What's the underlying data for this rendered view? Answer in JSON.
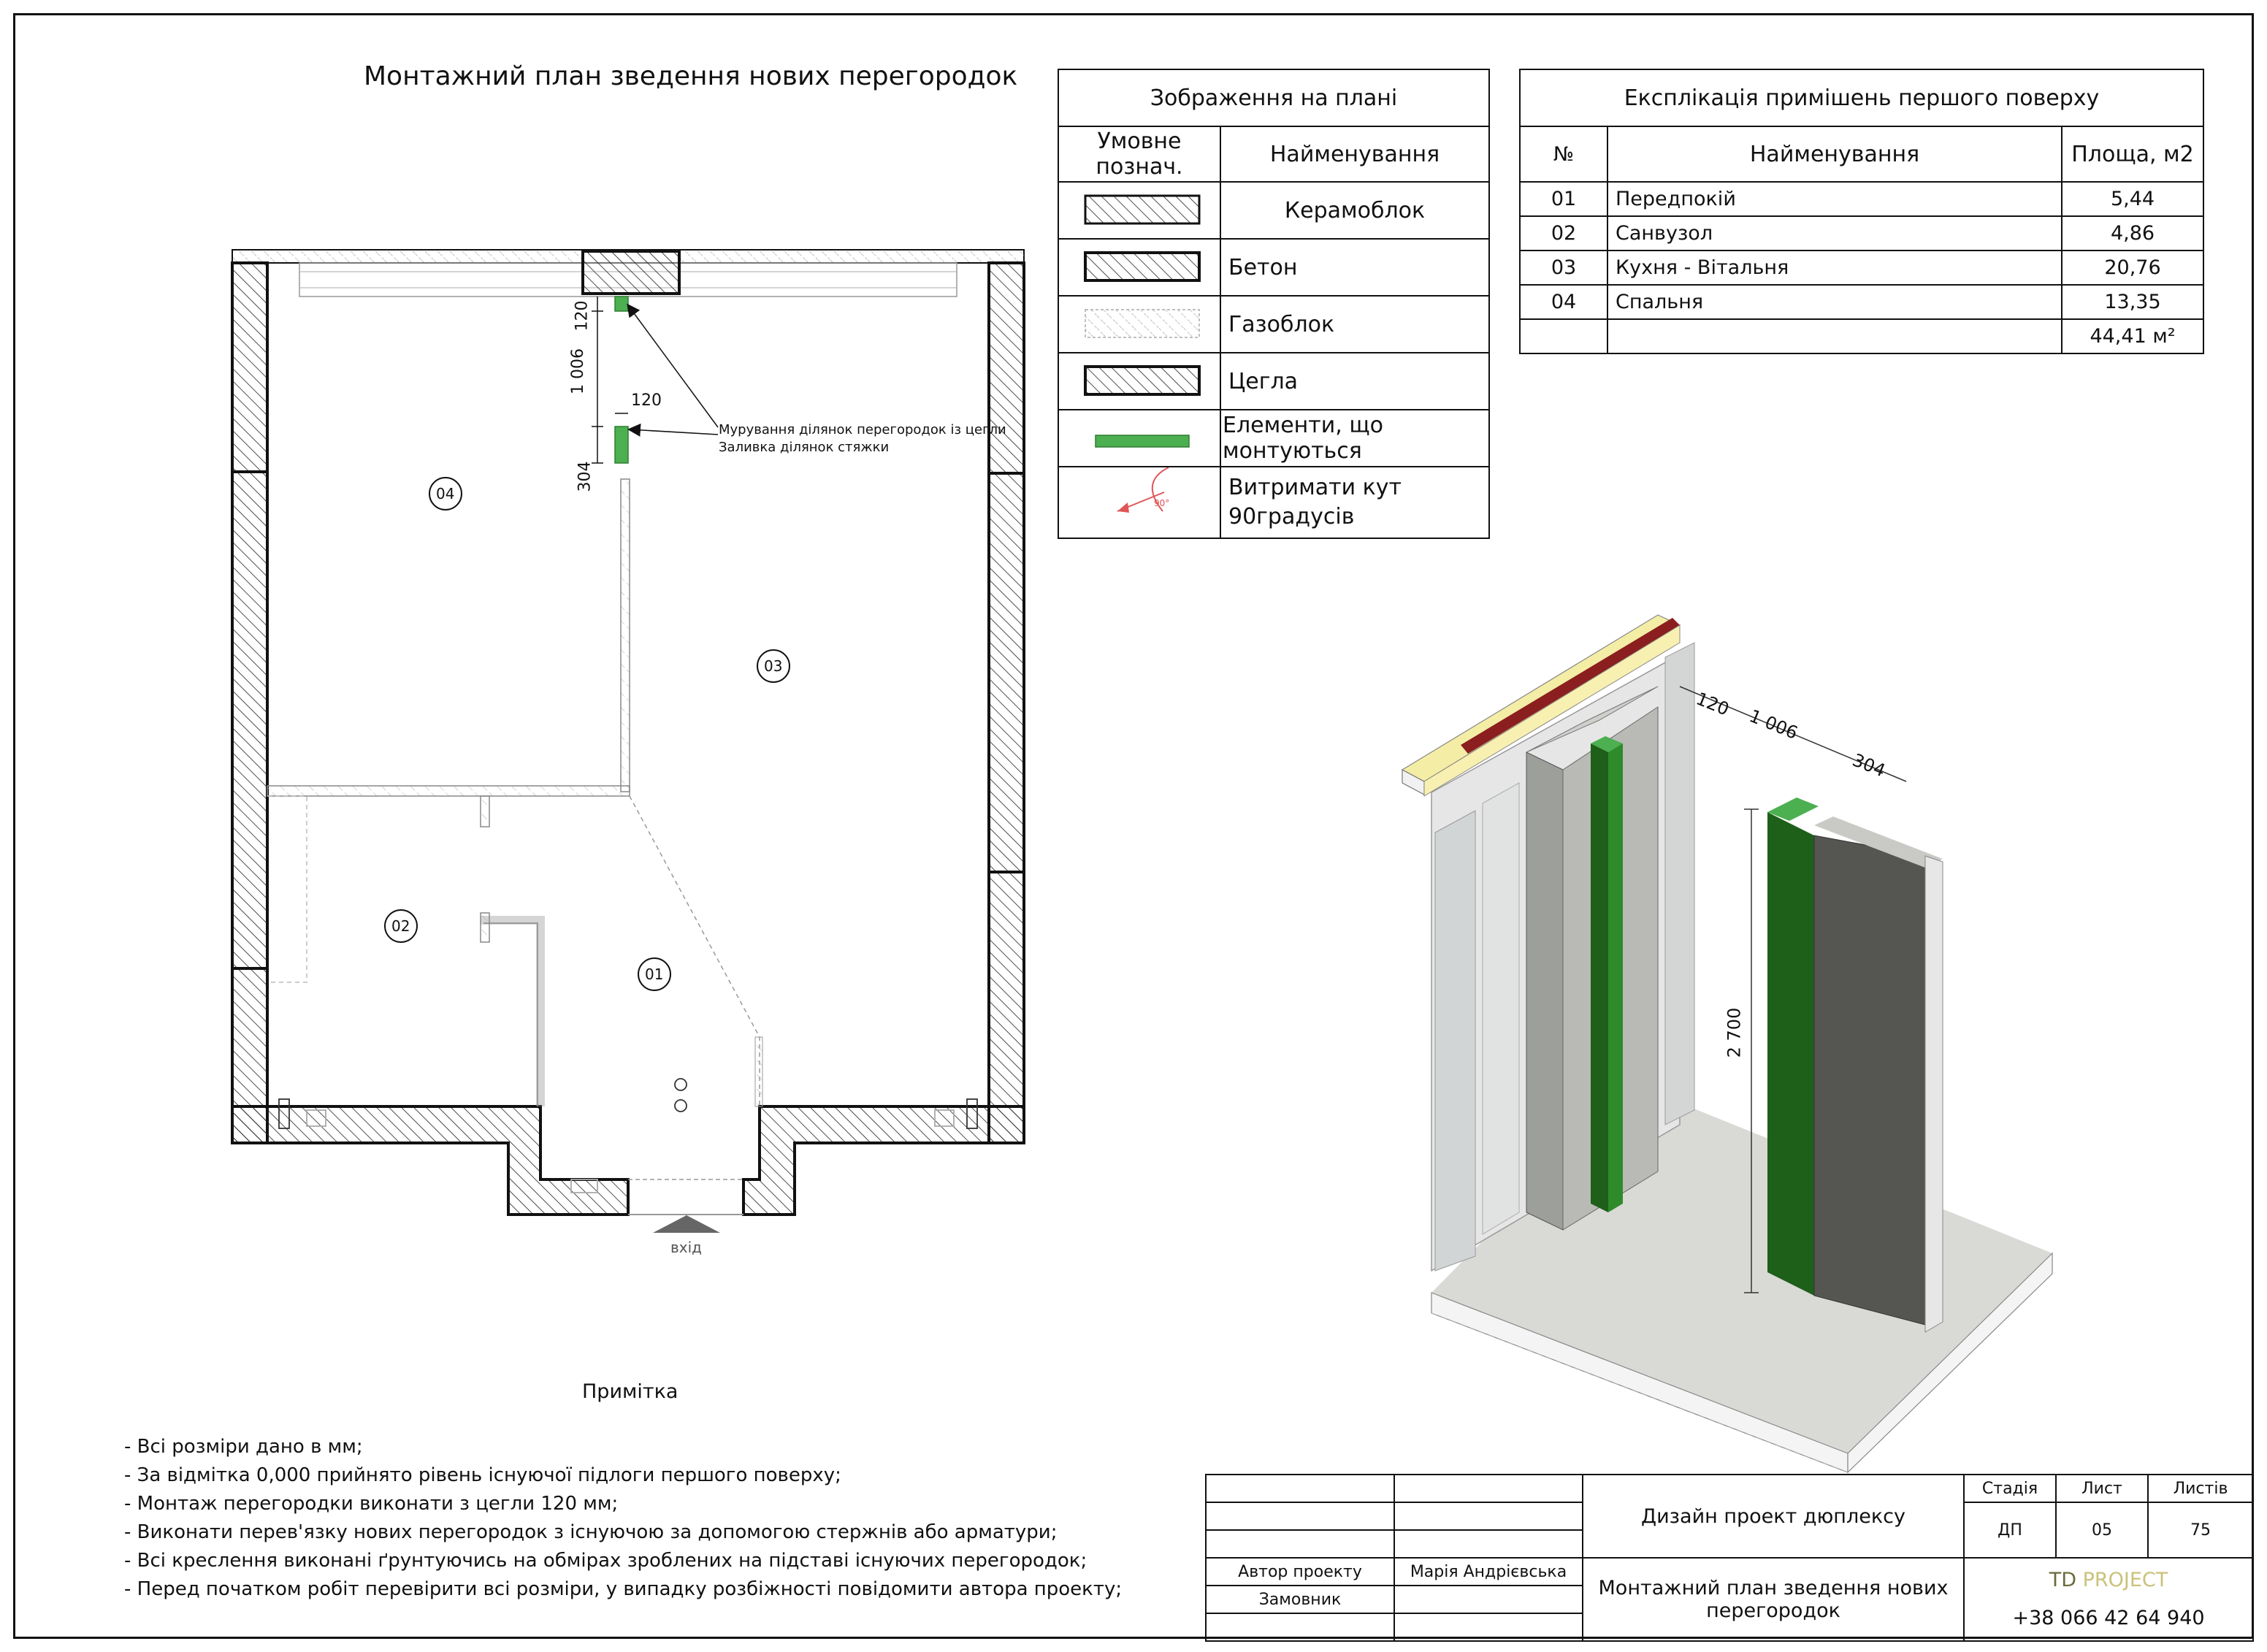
{
  "title": "Монтажний план зведення нових перегородок",
  "legend": {
    "title": "Зображення на плані",
    "col_symbol": "Умовне познач.",
    "col_name": "Найменування",
    "items": [
      {
        "symbol": "hatch-ceramic",
        "name": "Керамоблок"
      },
      {
        "symbol": "hatch-concrete",
        "name": "Бетон"
      },
      {
        "symbol": "hatch-gasblock",
        "name": "Газоблок"
      },
      {
        "symbol": "hatch-brick",
        "name": "Цегла"
      },
      {
        "symbol": "green-bar",
        "name": "Елементи, що монтуються"
      },
      {
        "symbol": "angle-90",
        "name": "Витримати кут 90градусів",
        "angle_label": "90°"
      }
    ]
  },
  "explication": {
    "title": "Експлікація примішень першого поверху",
    "col_no": "№",
    "col_name": "Найменування",
    "col_area": "Площа, м2",
    "rows": [
      {
        "no": "01",
        "name": "Передпокій",
        "area": "5,44"
      },
      {
        "no": "02",
        "name": "Санвузол",
        "area": "4,86"
      },
      {
        "no": "03",
        "name": "Кухня - Вітальня",
        "area": "20,76"
      },
      {
        "no": "04",
        "name": "Спальня",
        "area": "13,35"
      }
    ],
    "total": "44,41 м²"
  },
  "plan": {
    "rooms": [
      "01",
      "02",
      "03",
      "04"
    ],
    "dims": {
      "d120": "120",
      "d1006": "1 006",
      "d304": "304",
      "d120b": "120"
    },
    "annotation_1": "Мурування ділянок перегородок із цегли",
    "annotation_2": "Заливка ділянок стяжки",
    "entrance": "вхід"
  },
  "iso": {
    "d120": "120",
    "d1006": "1 006",
    "d304": "304",
    "height": "2 700"
  },
  "notes": {
    "heading": "Примітка",
    "items": [
      "- Всі розміри дано в мм;",
      "- За відмітка 0,000 прийнято рівень існуючої підлоги першого поверху;",
      "- Монтаж перегородки виконати з цегли  120 мм;",
      "- Виконати перев'язку нових перегородок з існуючою за допомогою стержнів або арматури;",
      "- Всі креслення виконані ґрунтуючись на обмірах зроблених на підставі існуючих перегородок;",
      "- Перед початком робіт  перевірити всі розміри, у випадку розбіжності повідомити автора проекту;"
    ]
  },
  "stamp": {
    "project": "Дизайн проект дюплексу",
    "sheet_title": "Монтажний план зведення нових перегородок",
    "stage_label": "Стадія",
    "sheet_label": "Лист",
    "sheets_label": "Листів",
    "stage": "ДП",
    "sheet": "05",
    "sheets": "75",
    "author_label": "Автор проекту",
    "author": "Марія Андрієвська",
    "client_label": "Замовник",
    "company_1": "TD",
    "company_2": " PROJECT",
    "phone": "+38 066 42 64 940"
  },
  "colors": {
    "green": "#4caf50",
    "dark_green": "#1e5f1a",
    "accent_red": "#e05555",
    "company_gold": "#c9c27a"
  }
}
